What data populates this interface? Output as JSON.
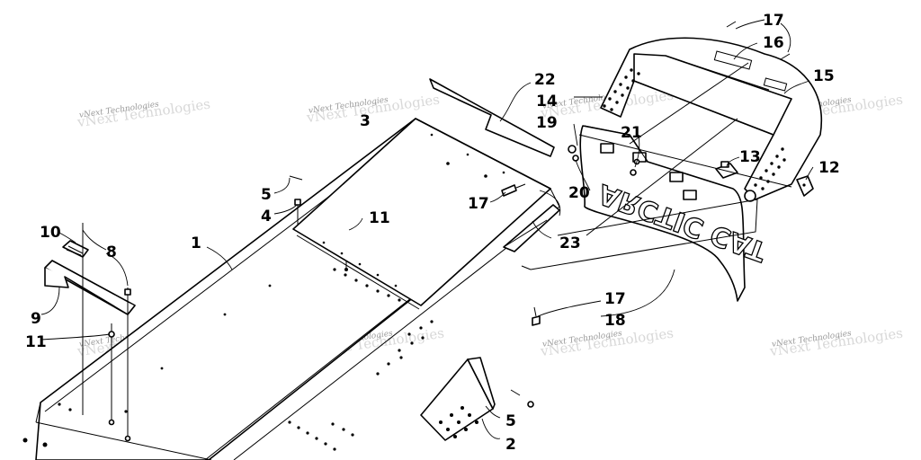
{
  "watermark": {
    "text": "vNext Technologies"
  },
  "emblem": {
    "text": "ARCTIC CAT"
  },
  "callouts": [
    {
      "id": "1",
      "label": "1"
    },
    {
      "id": "2",
      "label": "2"
    },
    {
      "id": "3",
      "label": "3"
    },
    {
      "id": "4",
      "label": "4"
    },
    {
      "id": "5a",
      "label": "5"
    },
    {
      "id": "5b",
      "label": "5"
    },
    {
      "id": "8",
      "label": "8"
    },
    {
      "id": "9",
      "label": "9"
    },
    {
      "id": "10",
      "label": "10"
    },
    {
      "id": "11a",
      "label": "11"
    },
    {
      "id": "11b",
      "label": "11"
    },
    {
      "id": "12",
      "label": "12"
    },
    {
      "id": "13",
      "label": "13"
    },
    {
      "id": "14",
      "label": "14"
    },
    {
      "id": "15",
      "label": "15"
    },
    {
      "id": "16",
      "label": "16"
    },
    {
      "id": "17a",
      "label": "17"
    },
    {
      "id": "17b",
      "label": "17"
    },
    {
      "id": "17c",
      "label": "17"
    },
    {
      "id": "18",
      "label": "18"
    },
    {
      "id": "19",
      "label": "19"
    },
    {
      "id": "20",
      "label": "20"
    },
    {
      "id": "21",
      "label": "21"
    },
    {
      "id": "22",
      "label": "22"
    },
    {
      "id": "23",
      "label": "23"
    }
  ]
}
